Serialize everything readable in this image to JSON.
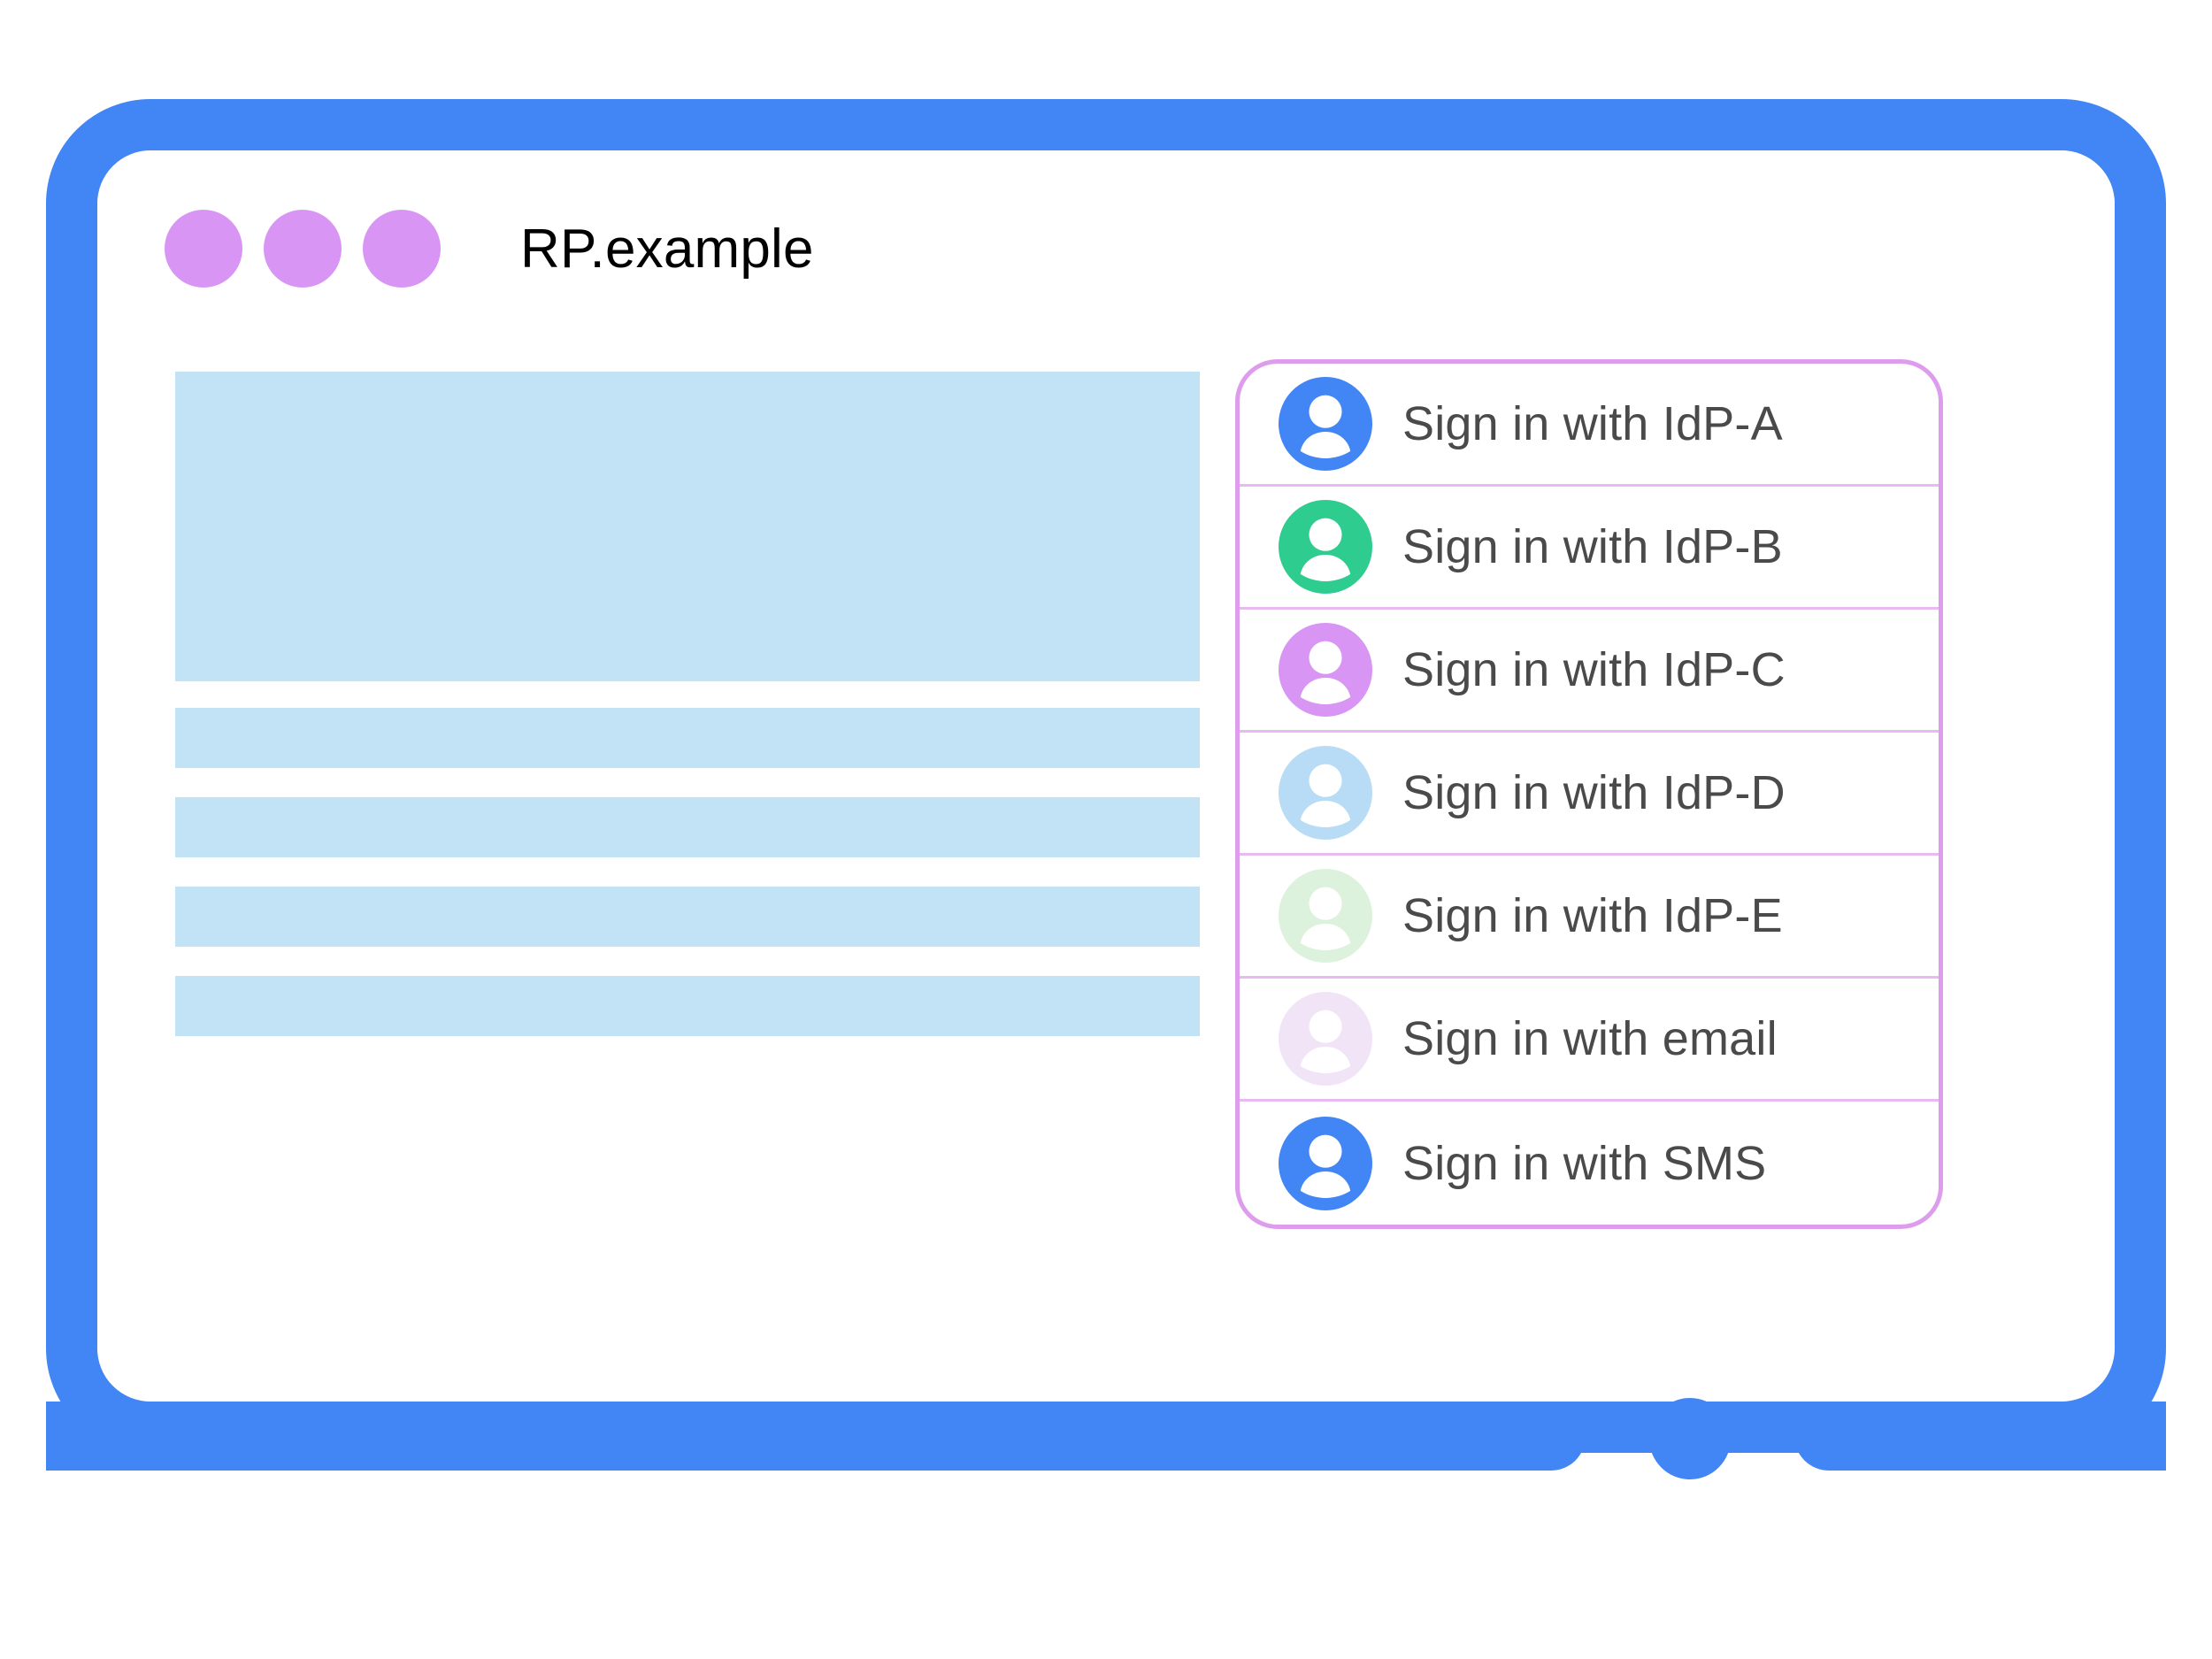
{
  "window": {
    "title": "RP.example",
    "traffic_dots": [
      "dot-1",
      "dot-2",
      "dot-3"
    ],
    "dot_color": "#d895f4",
    "frame_color": "#4285f4",
    "home_button": "home-button"
  },
  "page_content": {
    "placeholder_color": "#c2e2f6",
    "blocks": [
      {
        "name": "hero-placeholder",
        "kind": "hero"
      },
      {
        "name": "text-line-1",
        "kind": "bar"
      },
      {
        "name": "text-line-2",
        "kind": "bar"
      },
      {
        "name": "text-line-3",
        "kind": "bar"
      },
      {
        "name": "text-line-4",
        "kind": "bar"
      }
    ]
  },
  "account_chooser": {
    "border_color": "#dd9cec",
    "divider_color": "#e9b9f2",
    "label_color": "#4a4a4a",
    "items": [
      {
        "label": "Sign in with IdP-A",
        "icon": "account-avatar-icon",
        "avatar_color": "#4285f4"
      },
      {
        "label": "Sign in with IdP-B",
        "icon": "account-avatar-icon",
        "avatar_color": "#2ecc8f"
      },
      {
        "label": "Sign in with IdP-C",
        "icon": "account-avatar-icon",
        "avatar_color": "#d895f4"
      },
      {
        "label": "Sign in with IdP-D",
        "icon": "account-avatar-icon",
        "avatar_color": "#b8dcf5"
      },
      {
        "label": "Sign in with IdP-E",
        "icon": "account-avatar-icon",
        "avatar_color": "#ddf2dd"
      },
      {
        "label": "Sign in with email",
        "icon": "account-avatar-icon",
        "avatar_color": "#f2e4f7"
      },
      {
        "label": "Sign in with SMS",
        "icon": "account-avatar-icon",
        "avatar_color": "#4285f4"
      }
    ]
  }
}
